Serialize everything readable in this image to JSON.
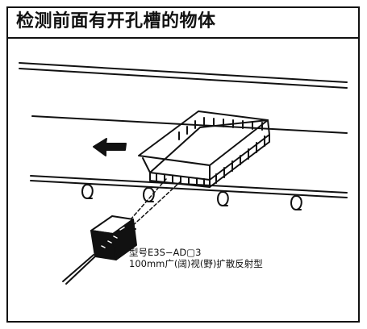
{
  "title": "检测前面有开孔槽的物体",
  "sensor": {
    "model_label": "型号E3S−AD▢3",
    "description_label": "100mm广(阔)视(野)扩散反射型"
  },
  "illustration": {
    "line_color": "#111111",
    "fill_color": "#ffffff",
    "icons": [
      "conveyor",
      "arrow-left-icon",
      "basket",
      "photoelectric-sensor-icon",
      "cable",
      "detection-beam"
    ]
  }
}
